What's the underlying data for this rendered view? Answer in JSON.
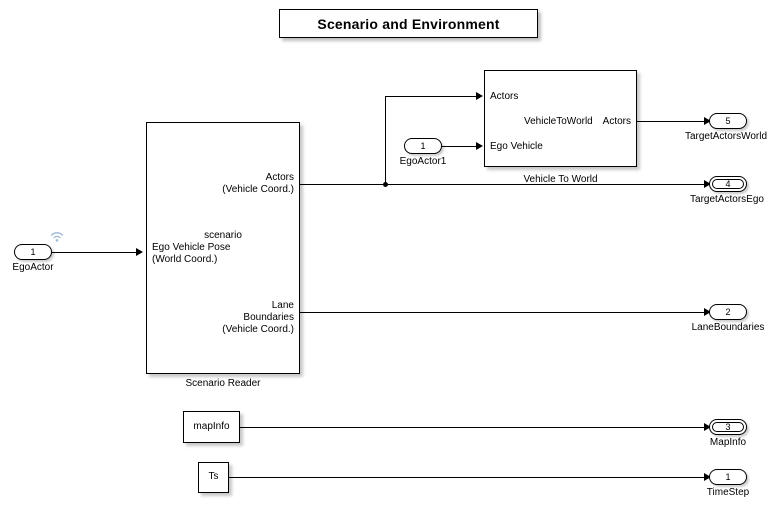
{
  "title": {
    "text": "Scenario and Environment"
  },
  "blocks": {
    "scenario_reader": {
      "name": "Scenario Reader",
      "out_actors_line1": "Actors",
      "out_actors_line2": "(Vehicle Coord.)",
      "in_line1": "scenario",
      "in_line2": "Ego Vehicle Pose",
      "in_line3": "(World Coord.)",
      "out_lane_line1": "Lane",
      "out_lane_line2": "Boundaries",
      "out_lane_line3": "(Vehicle Coord.)"
    },
    "vehicle_to_world": {
      "name": "Vehicle To World",
      "in_actors": "Actors",
      "in_ego_vehicle": "Ego Vehicle",
      "center_label": "VehicleToWorld",
      "out_actors": "Actors"
    },
    "map_info_const": {
      "value": "mapInfo"
    },
    "ts_const": {
      "value": "Ts"
    }
  },
  "inports": [
    {
      "number": "1",
      "name": "EgoActor",
      "icon": "wireless-icon"
    },
    {
      "number": "1",
      "name": "EgoActor1",
      "icon": ""
    }
  ],
  "outports": [
    {
      "number": "5",
      "name": "TargetActorsWorld",
      "bus": false
    },
    {
      "number": "4",
      "name": "TargetActorsEgo",
      "bus": true
    },
    {
      "number": "2",
      "name": "LaneBoundaries",
      "bus": false
    },
    {
      "number": "3",
      "name": "MapInfo",
      "bus": true
    },
    {
      "number": "1",
      "name": "TimeStep",
      "bus": false
    }
  ],
  "colors": {
    "line": "#000000",
    "block_fill": "#ffffff",
    "canvas": "#ffffff",
    "wireless_icon": "#9cb8d6"
  }
}
